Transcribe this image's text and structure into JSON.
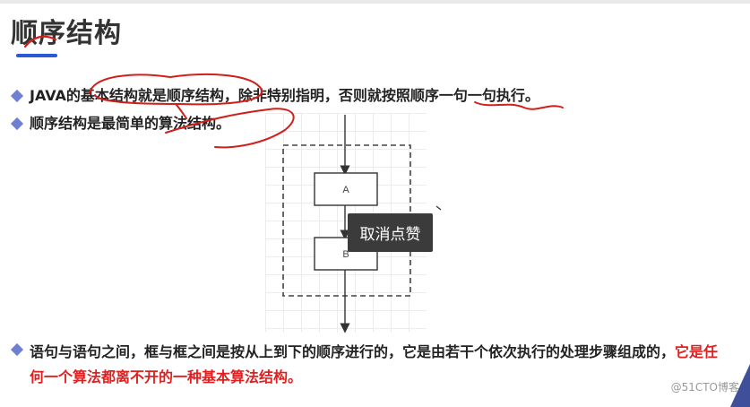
{
  "slide": {
    "title": "顺序结构",
    "bullets": [
      {
        "text": "JAVA的基本结构就是顺序结构，除非特别指明，否则就按照顺序一句一句执行。"
      },
      {
        "text": "顺序结构是最简单的算法结构。"
      },
      {
        "text_normal": "语句与语句之间，框与框之间是按从上到下的顺序进行的，它是由若干个依次执行的处理步骤组成的，",
        "text_highlight": "它是任何一个算法都离不开的一种基本算法结构。"
      }
    ]
  },
  "diagram": {
    "box_a": "A",
    "box_b": "B"
  },
  "tooltip": {
    "label": "取消点赞"
  },
  "watermark": {
    "text": "@51CTO博客"
  },
  "colors": {
    "bullet": "#6f7fd2",
    "highlight": "#e02020",
    "annotation": "#d0201c",
    "accent": "#2a5bd7"
  }
}
